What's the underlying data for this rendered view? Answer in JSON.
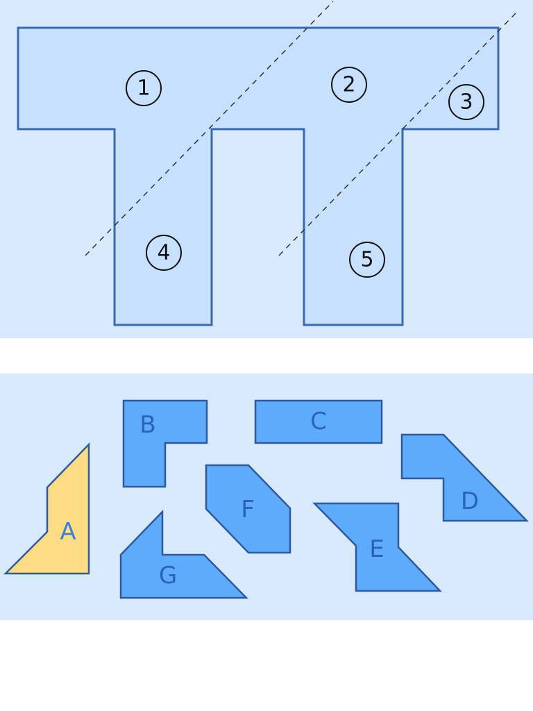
{
  "regions": [
    {
      "id": "r1",
      "label": "1"
    },
    {
      "id": "r2",
      "label": "2"
    },
    {
      "id": "r3",
      "label": "3"
    },
    {
      "id": "r4",
      "label": "4"
    },
    {
      "id": "r5",
      "label": "5"
    }
  ],
  "pieces": [
    {
      "id": "A",
      "label": "A",
      "color": "#fddc85",
      "label_color": "#3d7fd6",
      "highlighted": true
    },
    {
      "id": "B",
      "label": "B",
      "color": "#5eabfb",
      "label_color": "#2a62b8",
      "highlighted": false
    },
    {
      "id": "C",
      "label": "C",
      "color": "#5eabfb",
      "label_color": "#2a62b8",
      "highlighted": false
    },
    {
      "id": "D",
      "label": "D",
      "color": "#5eabfb",
      "label_color": "#2a62b8",
      "highlighted": false
    },
    {
      "id": "E",
      "label": "E",
      "color": "#5eabfb",
      "label_color": "#2a62b8",
      "highlighted": false
    },
    {
      "id": "F",
      "label": "F",
      "color": "#5eabfb",
      "label_color": "#2a62b8",
      "highlighted": false
    },
    {
      "id": "G",
      "label": "G",
      "color": "#5eabfb",
      "label_color": "#2a62b8",
      "highlighted": false
    }
  ],
  "colors": {
    "panel_background": "#d9e9fc",
    "outline_fill": "#c6e0fd",
    "outline_stroke": "#3a6ab0",
    "piece_stroke": "#2f5a9a"
  }
}
